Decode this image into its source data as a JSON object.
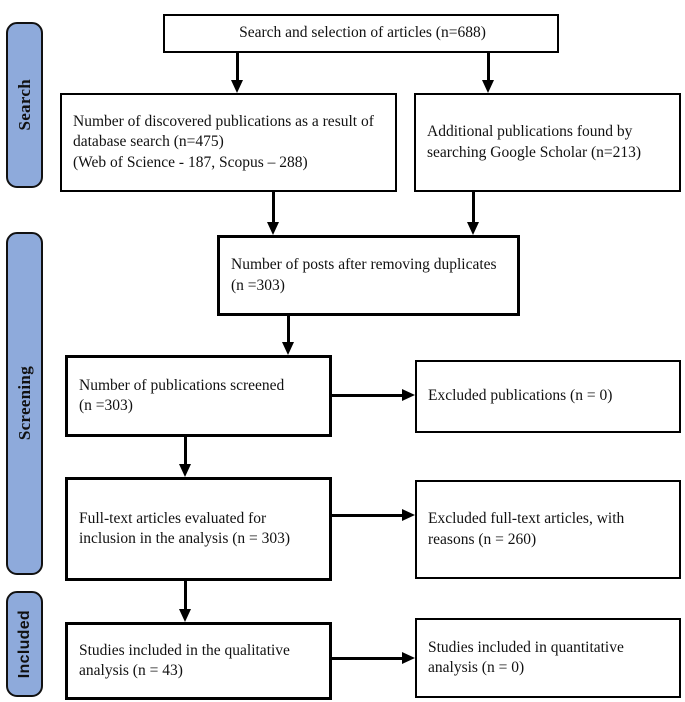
{
  "diagram_type": "prisma-flow-diagram",
  "colors": {
    "stage_fill": "#8EAADB",
    "stage_border": "#111111",
    "box_fill": "#FFFFFF",
    "box_border": "#000000",
    "arrow": "#000000"
  },
  "stages": {
    "search": {
      "label": "Search"
    },
    "screening": {
      "label": "Screening"
    },
    "included": {
      "label": "Included"
    }
  },
  "boxes": {
    "top": {
      "lines": [
        "Search and selection of articles (n=688)"
      ]
    },
    "database": {
      "lines": [
        "Number of discovered publications as a result of",
        "database search (n=475)",
        "(Web of Science - 187, Scopus – 288)"
      ]
    },
    "scholar": {
      "lines": [
        "Additional publications found by",
        "searching Google Scholar (n=213)"
      ]
    },
    "duplicates": {
      "lines": [
        "Number of posts after removing duplicates",
        "(n =303)"
      ]
    },
    "screened": {
      "lines": [
        "Number of publications screened",
        "(n =303)"
      ]
    },
    "excluded_publications": {
      "lines": [
        "Excluded publications (n = 0)"
      ]
    },
    "fulltext": {
      "lines": [
        "Full-text articles evaluated for",
        "inclusion in the analysis (n = 303)"
      ]
    },
    "excluded_fulltext": {
      "lines": [
        "Excluded full-text articles, with",
        "reasons (n = 260)"
      ]
    },
    "qualitative": {
      "lines": [
        "Studies included in the qualitative",
        "analysis (n = 43)"
      ]
    },
    "quantitative": {
      "lines": [
        "Studies included in quantitative",
        "analysis (n = 0)"
      ]
    }
  }
}
